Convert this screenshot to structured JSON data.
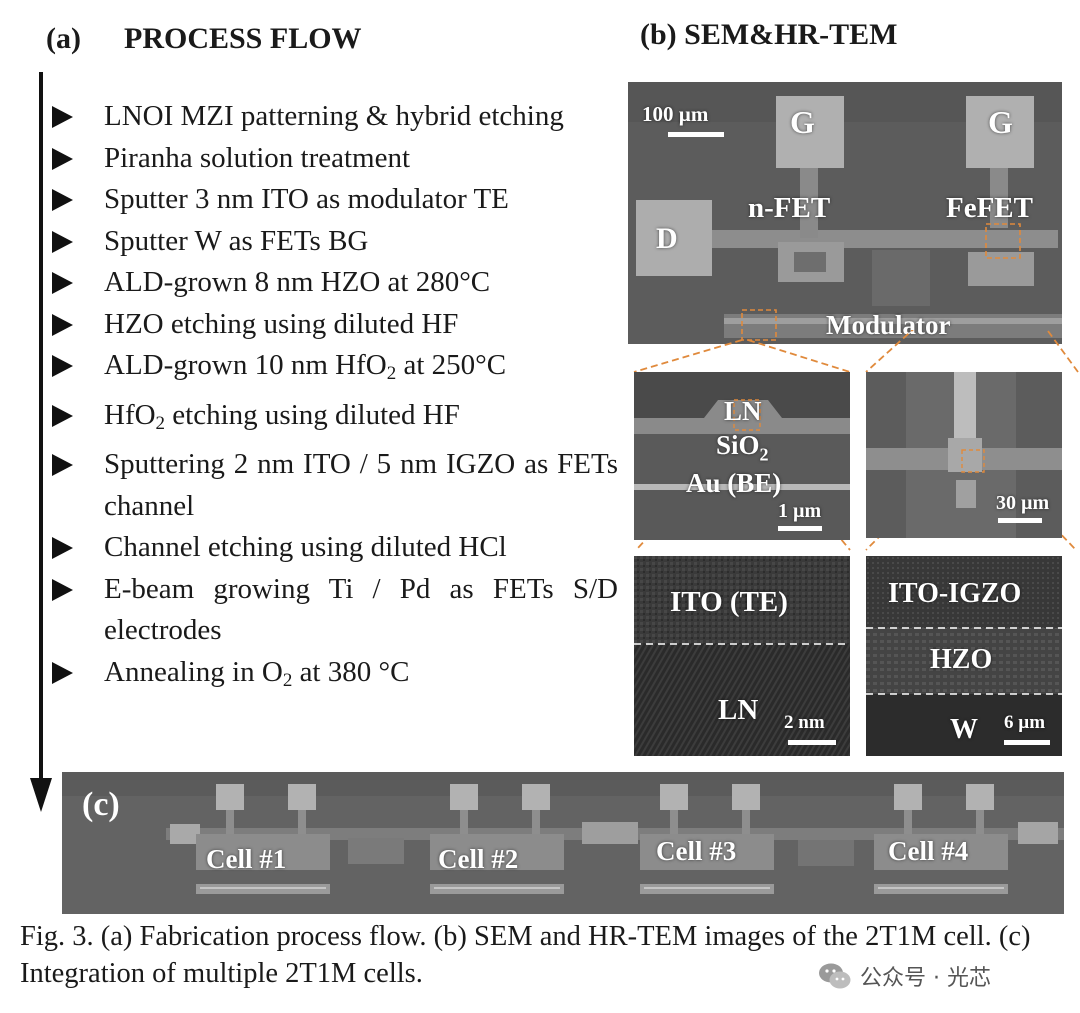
{
  "panel_a": {
    "label": "(a)",
    "title": "PROCESS FLOW",
    "steps": [
      {
        "text": "LNOI MZI patterning & hybrid etching"
      },
      {
        "text": "Piranha solution treatment"
      },
      {
        "text": "Sputter 3 nm ITO as modulator TE"
      },
      {
        "text": "Sputter W as FETs BG"
      },
      {
        "text": "ALD-grown 8 nm HZO at 280°C"
      },
      {
        "text": "HZO etching using diluted HF"
      },
      {
        "pre": "ALD-grown 10 nm HfO",
        "sub": "2",
        "post": " at 250°C"
      },
      {
        "pre": "HfO",
        "sub": "2",
        "post": " etching using diluted HF"
      },
      {
        "text": "Sputtering 2 nm ITO / 5 nm IGZO as FETs channel"
      },
      {
        "text": "Channel etching using diluted HCl"
      },
      {
        "text": "E-beam growing Ti / Pd as FETs S/D electrodes"
      },
      {
        "pre": "Annealing in O",
        "sub": "2",
        "post": " at 380 °C"
      }
    ]
  },
  "panel_b": {
    "title": "(b) SEM&HR-TEM",
    "sem": {
      "scale_bar": "100 µm",
      "labels": {
        "g_left": "G",
        "g_right": "G",
        "d": "D",
        "nfet": "n-FET",
        "fefet": "FeFET",
        "modulator": "Modulator"
      }
    },
    "zoom_left": {
      "ln": "LN",
      "sio2_pre": "SiO",
      "sio2_sub": "2",
      "au": "Au (BE)",
      "scale_bar": "1 µm"
    },
    "zoom_right": {
      "scale_bar": "30 µm"
    },
    "tem_left": {
      "top": "ITO (TE)",
      "bottom": "LN",
      "scale_bar": "2 nm"
    },
    "tem_right": {
      "top": "ITO-IGZO",
      "middle": "HZO",
      "bottom": "W",
      "scale_bar": "6 µm"
    }
  },
  "panel_c": {
    "label": "(c)",
    "cells": [
      "Cell #1",
      "Cell #2",
      "Cell #3",
      "Cell #4"
    ]
  },
  "caption": {
    "text": "Fig. 3. (a) Fabrication process flow. (b) SEM and HR-TEM images of the 2T1M cell. (c) Integration of multiple 2T1M cells."
  },
  "watermark": {
    "text": "公众号 · 光芯"
  },
  "colors": {
    "dashed_orange": "#e08a3c",
    "sem_bg": "#5c5c5c",
    "pad": "#b5b5b5"
  }
}
